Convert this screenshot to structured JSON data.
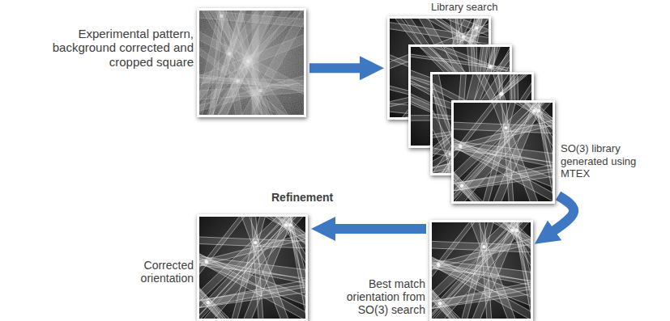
{
  "diagram": {
    "nodes": [
      {
        "text": [
          "Experimental pattern, background corrected and cropped square"
        ]
      },
      {
        "text": [
          "Library search"
        ]
      },
      {
        "text": [
          "Best match orientation from SO(3) search"
        ]
      },
      {
        "text": [
          "Corrected orientation"
        ]
      }
    ],
    "edges": [
      {
        "from": 0,
        "to": 1,
        "arrow": "to"
      },
      {
        "from": 1,
        "to": 2,
        "arrow": "to",
        "label": "SO(3) library generated using MTEX"
      },
      {
        "from": 2,
        "to": 3,
        "arrow": "to",
        "label": "Refinement"
      }
    ]
  }
}
